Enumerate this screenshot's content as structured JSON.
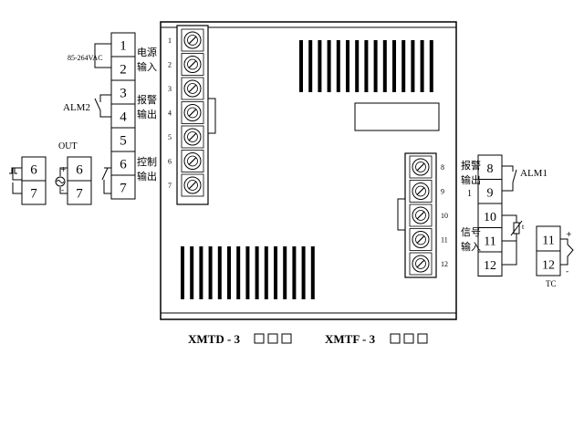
{
  "left_block": {
    "terminals": [
      "1",
      "2",
      "3",
      "4",
      "5",
      "6",
      "7"
    ],
    "voltage": "85-264VAC",
    "power_label": [
      "电源",
      "输入"
    ],
    "alarm_tag": "ALM2",
    "alarm_label": [
      "报警",
      "输出"
    ],
    "control_label": [
      "控制",
      "输出"
    ]
  },
  "output_block": {
    "out_label": "OUT",
    "pulse_terminals": [
      "6",
      "7"
    ],
    "analog_terminals": [
      "6",
      "7"
    ],
    "plus": "+",
    "minus": "-"
  },
  "device": {
    "left_pins": [
      "1",
      "2",
      "3",
      "4",
      "5",
      "6",
      "7"
    ],
    "right_pins": [
      "8",
      "9",
      "10",
      "11",
      "12"
    ]
  },
  "right_block": {
    "terminals": [
      "8",
      "9",
      "10",
      "11",
      "12"
    ],
    "alarm_label": [
      "报警",
      "输出",
      "1"
    ],
    "alarm_tag": "ALM1",
    "signal_label": [
      "信号",
      "输入"
    ],
    "rtd_mark": "t"
  },
  "tc_block": {
    "terminals": [
      "11",
      "12"
    ],
    "label": "TC",
    "plus": "+",
    "minus": "-"
  },
  "models": {
    "left": "XMTD - 3",
    "right": "XMTF - 3"
  }
}
